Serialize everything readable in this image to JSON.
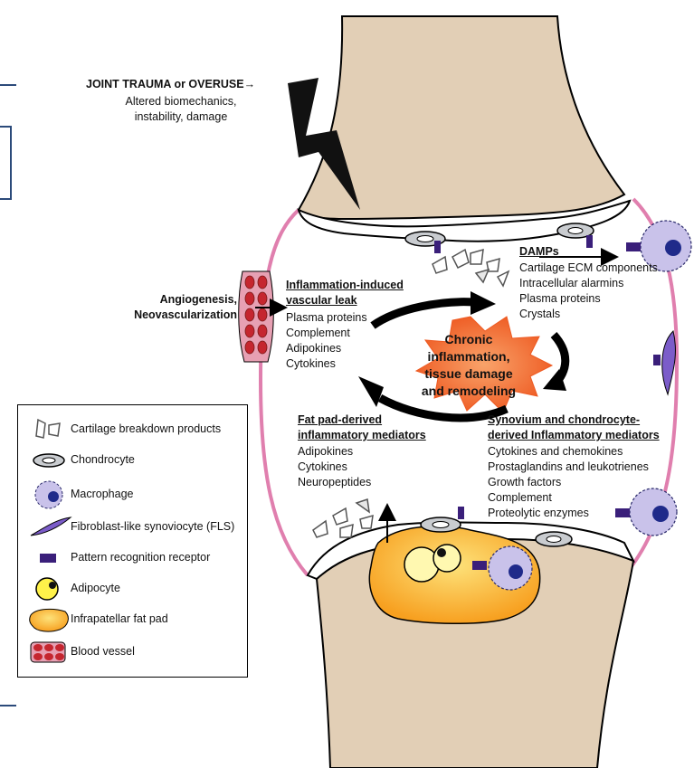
{
  "trauma": {
    "title": "JOINT TRAUMA or OVERUSE",
    "arrow": "→",
    "line2": "Altered biomechanics,",
    "line3": "instability, damage"
  },
  "angio": {
    "line1": "Angiogenesis,",
    "line2": "Neovascularization"
  },
  "vascular": {
    "heading1": "Inflammation-induced",
    "heading2": "vascular leak",
    "items": [
      "Plasma proteins",
      "Complement",
      "Adipokines",
      "Cytokines"
    ]
  },
  "damps": {
    "heading": "DAMPs",
    "items": [
      "Cartilage ECM components",
      "Intracellular alarmins",
      "Plasma proteins",
      "Crystals"
    ]
  },
  "center": {
    "line1": "Chronic inflammation,",
    "line2": "tissue damage",
    "line3": "and remodeling"
  },
  "fatpad": {
    "heading1": "Fat pad-derived",
    "heading2": "inflammatory mediators",
    "items": [
      "Adipokines",
      "Cytokines",
      "Neuropeptides"
    ]
  },
  "synovium": {
    "heading1": "Synovium and chondrocyte-",
    "heading2": "derived Inflammatory mediators",
    "items": [
      "Cytokines and chemokines",
      "Prostaglandins and leukotrienes",
      "Growth factors",
      "Complement",
      "Proteolytic enzymes"
    ]
  },
  "legend": {
    "items": [
      {
        "icon": "cartilage-fragment-icon",
        "label": "Cartilage breakdown products"
      },
      {
        "icon": "chondrocyte-icon",
        "label": "Chondrocyte"
      },
      {
        "icon": "macrophage-icon",
        "label": "Macrophage"
      },
      {
        "icon": "fls-icon",
        "label": "Fibroblast-like synoviocyte (FLS)"
      },
      {
        "icon": "receptor-icon",
        "label": "Pattern recognition receptor"
      },
      {
        "icon": "adipocyte-icon",
        "label": "Adipocyte"
      },
      {
        "icon": "fat-pad-icon",
        "label": "Infrapatellar fat pad"
      },
      {
        "icon": "blood-vessel-icon",
        "label": "Blood vessel"
      }
    ]
  },
  "colors": {
    "bone": "#e2cfb6",
    "capsule": "#e07fae",
    "burst_outer": "#f26a2e",
    "burst_inner": "#f58a4a",
    "fat_pad": "#f7b733",
    "fat_pad_light": "#fde27a",
    "macrophage": "#c9c2ea",
    "macrophage_dot": "#1f2a8a",
    "receptor": "#3a1f7a",
    "fls": "#7b5cc9",
    "vessel": "#e7a0b3",
    "vessel_cell": "#c5262f",
    "chondrocyte": "#c9ccd0",
    "frame_blue": "#2b4a7a"
  }
}
